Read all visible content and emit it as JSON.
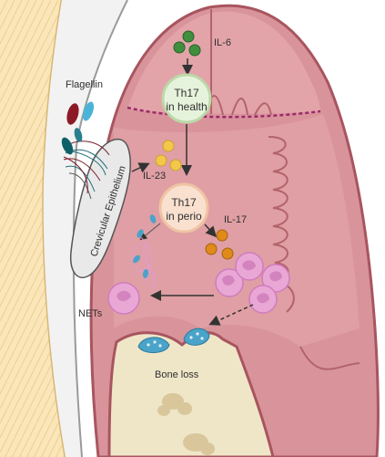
{
  "labels": {
    "il6": "IL-6",
    "flagellin": "Flagellin",
    "th17_health": [
      "Th17",
      "in health"
    ],
    "crevicular": "Crevicular Epithelium",
    "il23": "IL-23",
    "th17_perio": [
      "Th17",
      "in perio"
    ],
    "il17": "IL-17",
    "nets": "NETs",
    "bone_loss": "Bone loss"
  },
  "colors": {
    "gingiva": "#d9949b",
    "gingiva_light": "#e8b3b6",
    "gingiva_edge": "#a8555f",
    "bone": "#efe6c8",
    "tooth": "#fae6b8",
    "epithelium": "#e9e9e9",
    "il6_cytokine": "#3f8f3f",
    "il23_cytokine": "#f2c84b",
    "il17_cytokine": "#e08a1a",
    "th17_cell": "#e6f3dc",
    "th17_perio_cell": "#f9e0cf",
    "neutrophil": "#e9a7d6",
    "osteoclast": "#4aa3c8"
  }
}
